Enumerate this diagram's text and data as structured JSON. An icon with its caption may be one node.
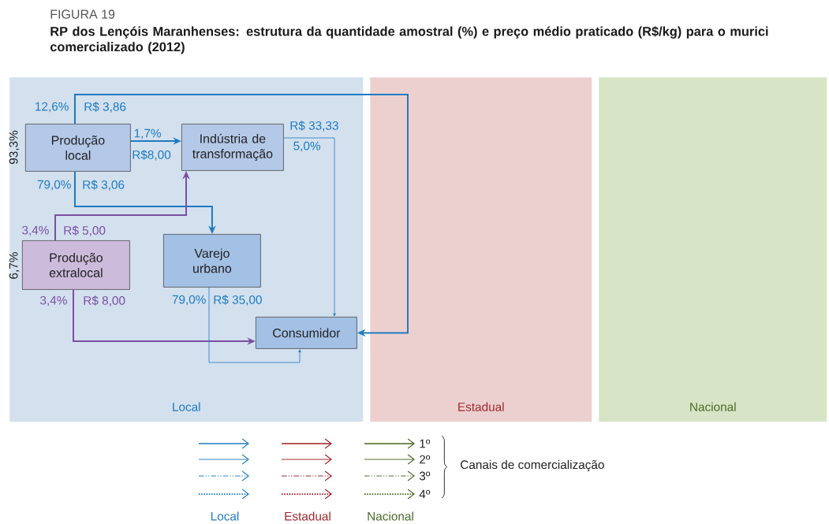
{
  "diagram": {
    "title": "RP dos Lençóis Maranhenses: estrutura da quantidade amostral (%) e preço médio praticado (R$/kg) para o murici comercializado (2012)",
    "nodes": [
      {
        "text": [
          "Local"
        ]
      },
      {
        "text": [
          "Produção local"
        ],
        "in": 0,
        "beside": [
          "93,3%"
        ]
      },
      {
        "text": [
          "Indústria de transformação"
        ],
        "in": 0
      },
      {
        "text": [
          "Produção extralocal"
        ],
        "in": 0,
        "beside": [
          "6,7%"
        ]
      },
      {
        "text": [
          "Varejo urbano"
        ],
        "in": 0
      },
      {
        "text": [
          "Consumidor"
        ],
        "in": 0
      }
    ],
    "edges": [
      {
        "from": 1,
        "to": 5,
        "arrow": "to",
        "label": "12,6%"
      },
      {
        "from": 1,
        "to": 2,
        "arrow": "to",
        "label": "1,7%"
      },
      {
        "from": 1,
        "to": 4,
        "arrow": "to",
        "label": "79,0%"
      },
      {
        "from": 3,
        "to": 2,
        "arrow": "to",
        "label": "3,4%",
        "color": "#7a4fa3"
      },
      {
        "from": 3,
        "to": 5,
        "arrow": "to",
        "label": "3,4%",
        "color": "#7a4fa3"
      },
      {
        "from": 2,
        "to": 5,
        "arrow": "to",
        "label": "5,0%"
      },
      {
        "from": 4,
        "to": 5,
        "arrow": "to",
        "label": "79,0%"
      }
    ],
    "labels": [
      "FIGURA 19",
      "R$ 3,86",
      "R$ 33,33",
      "R$8,00",
      "R$ 3,06",
      "R$ 5,00",
      "R$ 8,00",
      "R$ 35,00",
      "Estadual",
      "Nacional",
      "Canais de comercialização",
      "Local",
      "Estadual",
      "Nacional"
    ],
    "legend": [
      {
        "text": "1º"
      },
      {
        "text": "2º"
      },
      {
        "text": "3º"
      },
      {
        "text": "4º"
      }
    ]
  }
}
